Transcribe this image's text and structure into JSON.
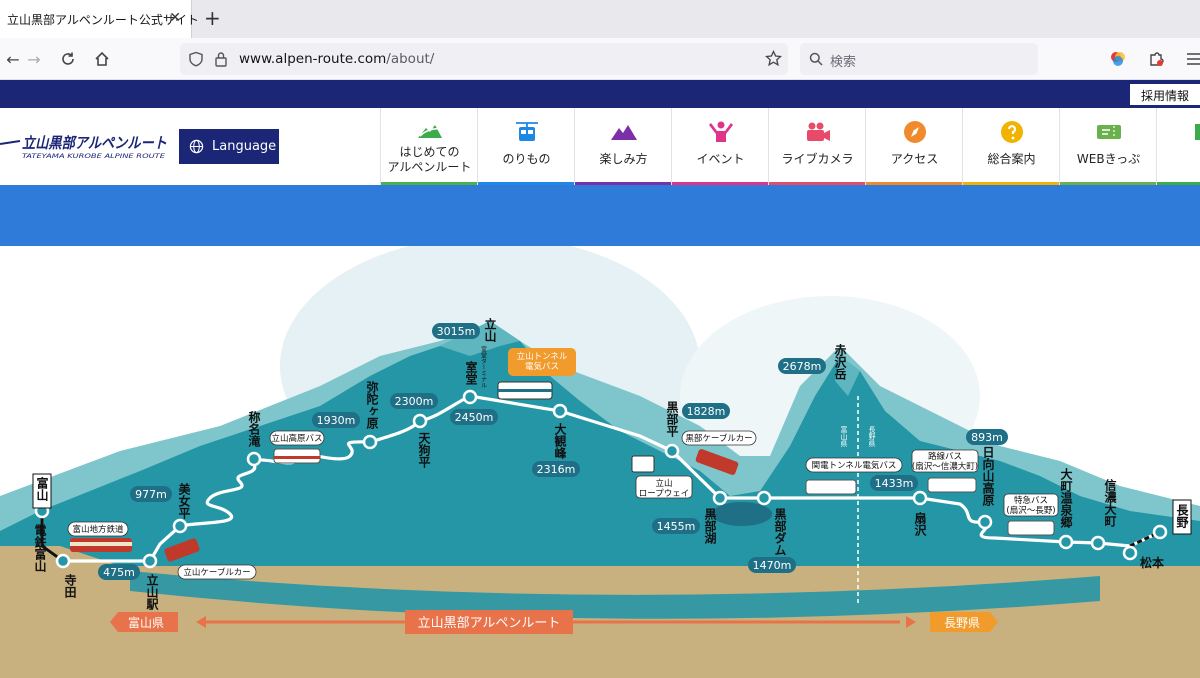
{
  "browser": {
    "tab_title": "立山黒部アルペンルート公式サイト",
    "url_domain": "www.alpen-route.com",
    "url_path": "/about/",
    "search_placeholder": "検索"
  },
  "site": {
    "recruit_link": "採用情報",
    "language_button": "Language",
    "nav": [
      {
        "label": "はじめての\nアルペンルート",
        "color": "#4caf50",
        "icon": "mountain-icon"
      },
      {
        "label": "のりもの",
        "color": "#1e88e5",
        "icon": "ropeway-icon"
      },
      {
        "label": "楽しみ方",
        "color": "#7b2fa8",
        "icon": "mountains-icon"
      },
      {
        "label": "イベント",
        "color": "#e0338a",
        "icon": "person-cheer-icon"
      },
      {
        "label": "ライブカメラ",
        "color": "#e84a6a",
        "icon": "video-camera-icon"
      },
      {
        "label": "アクセス",
        "color": "#f08a2c",
        "icon": "compass-icon"
      },
      {
        "label": "総合案内",
        "color": "#f0b400",
        "icon": "info-icon"
      },
      {
        "label": "WEBきっぷ",
        "color": "#6ab04c",
        "icon": "ticket-icon"
      }
    ]
  },
  "route_map": {
    "stations": {
      "toyama": "富山",
      "dentetsu_toyama": "電鉄富山",
      "terada": "寺田",
      "tateyama_st": "立山駅",
      "bijodaira": "美女平",
      "midagahara": "弥陀ヶ原",
      "tengudaira": "天狗平",
      "murodo": "室堂",
      "tateyama": "立山",
      "daikanbo": "大観峰",
      "kurobedaira": "黒部平",
      "kurobeko": "黒部湖",
      "kurobe_dam": "黒部ダム",
      "akazawadake": "赤沢岳",
      "ogisawa": "扇沢",
      "hinata_yamakogen": "日向山高原",
      "omachi_onsenkyo": "大町温泉郷",
      "shinano_omachi": "信濃大町",
      "matsumoto": "松本",
      "nagano": "長野",
      "shomyodaki": "称名滝",
      "murodo_terminal": "室堂ターミナル"
    },
    "elevations": {
      "tateyama_st": "475m",
      "bijodaira": "977m",
      "midagahara": "1930m",
      "tengudaira": "2300m",
      "murodo": "2450m",
      "tateyama": "3015m",
      "daikanbo": "2316m",
      "kurobedaira": "1828m",
      "kurobeko": "1455m",
      "kurobe_dam": "1470m",
      "akazawadake": "2678m",
      "ogisawa": "1433m",
      "hinata": "893m"
    },
    "vehicles": {
      "toyama_chiho": "富山地方鉄道",
      "cable_tateyama": "立山ケーブルカー",
      "kogen_bus": "立山高原バス",
      "tunnel_bus": "立山トンネル\n電気バス",
      "ropeway": "立山\nロープウェイ",
      "cable_kurobe": "黒部ケーブルカー",
      "kanden_bus": "関電トンネル電気バス",
      "route_bus": "路線バス\n(扇沢～信濃大町)",
      "express_bus": "特急バス\n(扇沢～長野)"
    },
    "prefectures": {
      "toyama": "富山県",
      "nagano": "長野県",
      "toyama_pref_divider": "富山県",
      "nagano_pref_divider": "長野県"
    },
    "route_name": "立山黒部アルペンルート",
    "colors": {
      "mountain": "#2596a6",
      "mountain_far": "#7fc6cc",
      "ground": "#c9b17f",
      "route_orange": "#e8724a"
    }
  }
}
